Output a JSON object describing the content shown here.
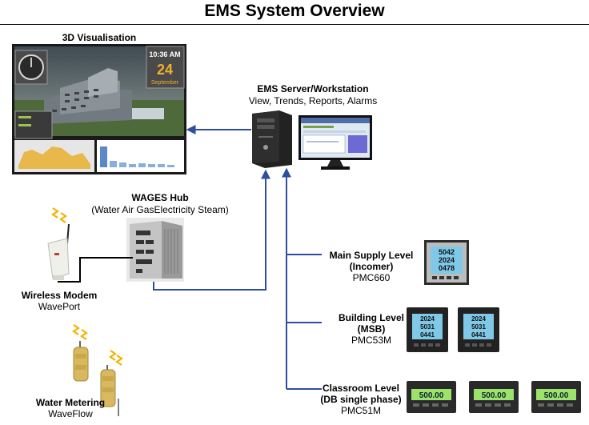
{
  "title": "EMS System Overview",
  "visualisation": {
    "label": "3D Visualisation",
    "clock_time": "10:36 AM",
    "clock_day": "24",
    "clock_month": "September"
  },
  "server": {
    "title": "EMS Server/Workstation",
    "subtitle": "View, Trends, Reports, Alarms"
  },
  "hub": {
    "title": "WAGES Hub",
    "subtitle": "(Water Air GasElectricity Steam)"
  },
  "modem": {
    "title": "Wireless Modem",
    "model": "WavePort"
  },
  "water": {
    "title": "Water Metering",
    "model": "WaveFlow"
  },
  "levels": [
    {
      "title_1": "Main Supply Level",
      "title_2": "(Incomer)",
      "model": "PMC660",
      "meter_count": 1
    },
    {
      "title_1": "Building Level",
      "title_2": "(MSB)",
      "model": "PMC53M",
      "meter_count": 2
    },
    {
      "title_1": "Classroom Level",
      "title_2": "(DB single phase)",
      "model": "PMC51M",
      "meter_count": 3
    }
  ],
  "meter_readouts": {
    "pmc660": [
      "5042",
      "2024",
      "0478"
    ],
    "pmc53m": [
      "2024",
      "5031",
      "0441"
    ],
    "pmc51m": "500.00"
  },
  "colors": {
    "connector": "#2e4e9e",
    "cable": "#000000",
    "wave": "#f2b300",
    "lcd": "#7fc8e8",
    "lcd_green": "#9be36a"
  }
}
